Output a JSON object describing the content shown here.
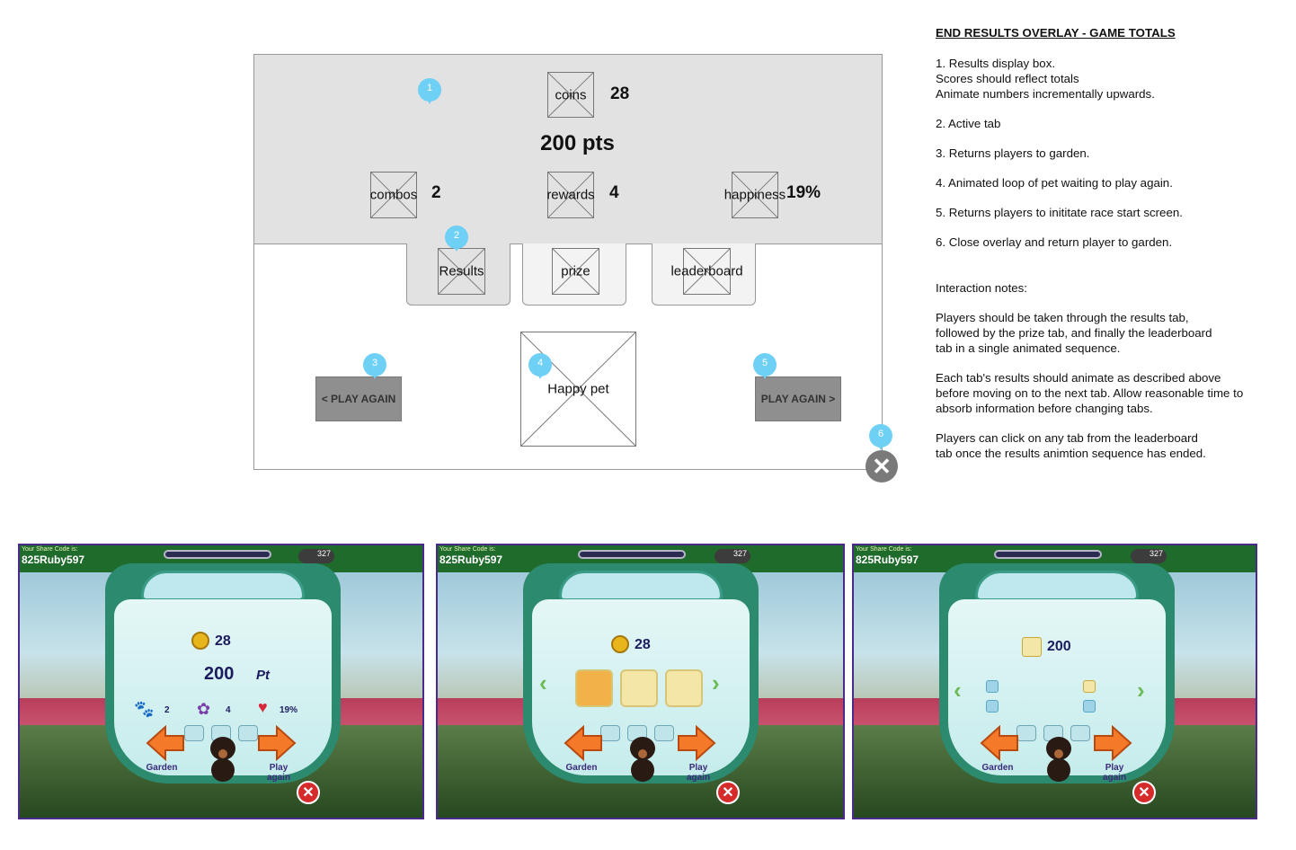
{
  "wireframe": {
    "results": {
      "coins_label": "coins",
      "coins_value": "28",
      "points": "200 pts",
      "combos_label": "combos",
      "combos_value": "2",
      "rewards_label": "rewards",
      "rewards_value": "4",
      "happiness_label": "happiness",
      "happiness_value": "19%"
    },
    "tabs": [
      {
        "label": "Results",
        "active": true
      },
      {
        "label": "prize",
        "active": false
      },
      {
        "label": "leaderboard",
        "active": false
      }
    ],
    "buttons": {
      "left": "< PLAY AGAIN",
      "right": "PLAY AGAIN >"
    },
    "pet_label": "Happy pet",
    "markers": [
      "1",
      "2",
      "3",
      "4",
      "5",
      "6"
    ],
    "close_glyph": "✕"
  },
  "notes": {
    "title": "END RESULTS OVERLAY - GAME TOTALS",
    "items": [
      "1. Results display box.\nScores should reflect totals\nAnimate numbers incrementally upwards.",
      "2. Active tab",
      "3. Returns players to garden.",
      "4. Animated loop of pet waiting to play again.",
      "5. Returns players to inititate race start screen.",
      "6. Close overlay and return player to garden."
    ],
    "interaction_title": "Interaction notes:",
    "interaction": [
      "Players should be taken through the results tab,\nfollowed by the prize tab, and finally the leaderboard\ntab in a single animated sequence.",
      "Each tab's results should animate as described above\nbefore moving on to the next tab. Allow reasonable time to\nabsorb information before changing tabs.",
      "Players can click on any tab from the leaderboard\ntab once the results animtion sequence has ended."
    ]
  },
  "screens": [
    {
      "share_caption": "Your Share Code is:",
      "share_code": "825Ruby597",
      "coins_top": "327",
      "coins": "28",
      "points": "200",
      "points_unit": "Pt",
      "combos": "2",
      "rewards": "4",
      "happiness": "19%",
      "garden": "Garden",
      "play_again": "Play\nagain"
    },
    {
      "share_caption": "Your Share Code is:",
      "share_code": "825Ruby597",
      "coins_top": "327",
      "coins": "28",
      "garden": "Garden",
      "play_again": "Play\nagain"
    },
    {
      "share_caption": "Your Share Code is:",
      "share_code": "825Ruby597",
      "coins_top": "327",
      "leader_score": "200",
      "garden": "Garden",
      "play_again": "Play\nagain"
    }
  ],
  "colors": {
    "marker": "#6fd0f5",
    "results_bg": "#e2e2e2",
    "button_bg": "#8f8f8f",
    "close_red": "#d62b2b",
    "game_border": "#4a2a8a"
  }
}
